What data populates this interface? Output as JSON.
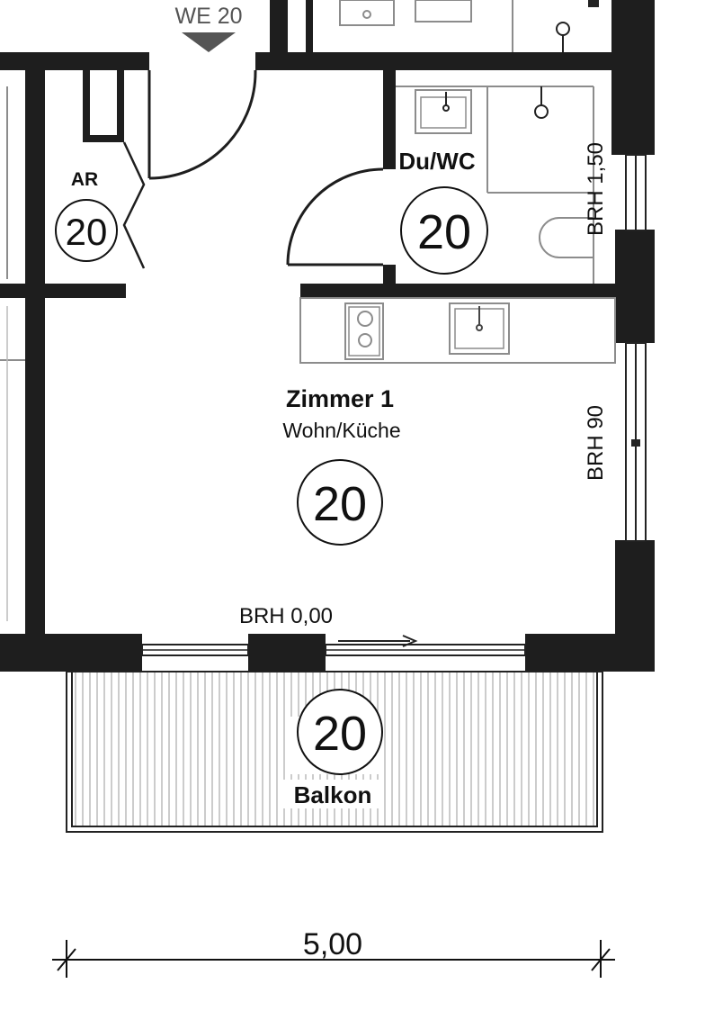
{
  "unit": {
    "id": "WE 20",
    "rooms": [
      {
        "name": "AR",
        "number": "20"
      },
      {
        "name": "Du/WC",
        "number": "20"
      },
      {
        "name": "Zimmer 1",
        "subtitle": "Wohn/Küche",
        "number": "20"
      },
      {
        "name": "Balkon",
        "number": "20"
      }
    ]
  },
  "annotations": {
    "brh_bath": "BRH 1,50",
    "brh_window": "BRH 90",
    "brh_balcony": "BRH 0,00"
  },
  "dimension": {
    "width": "5,00"
  },
  "colors": {
    "wall": "#1e1e1e",
    "fixture": "#8c8c8c",
    "line": "#222222"
  }
}
